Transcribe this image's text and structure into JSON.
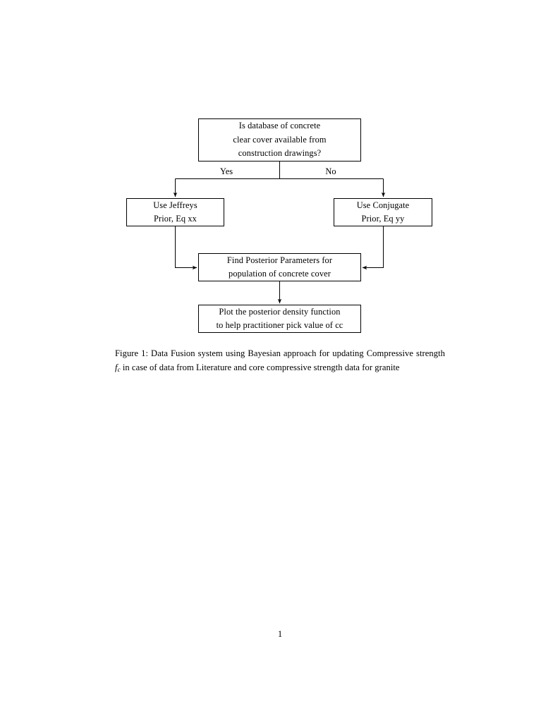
{
  "document": {
    "page_number": "1"
  },
  "figure": {
    "nodes": [
      {
        "id": "decision-database",
        "lines": [
          "Is database of concrete",
          "clear cover available from",
          "construction drawings?"
        ]
      },
      {
        "id": "jeffreys-prior",
        "lines": [
          "Use Jeffreys",
          "Prior, Eq xx"
        ]
      },
      {
        "id": "conjugate-prior",
        "lines": [
          "Use Conjugate",
          "Prior, Eq yy"
        ]
      },
      {
        "id": "find-posterior",
        "lines": [
          "Find Posterior Parameters for",
          "population of concrete cover"
        ]
      },
      {
        "id": "plot-posterior",
        "lines": [
          "Plot the posterior density function",
          "to help practitioner pick value of cc"
        ]
      }
    ],
    "edge_labels": {
      "yes": "Yes",
      "no": "No"
    }
  },
  "caption": {
    "label": "Figure 1:",
    "text_before_math": " Data Fusion system using Bayesian approach for updating Compressive strength ",
    "math_symbol": "f",
    "math_subscript": "c",
    "text_after_math": " in case of data from Literature and core compressive strength data for granite",
    "full_text": "Figure 1: Data Fusion system using Bayesian approach for updating Compressive strength fc in case of data from Literature and core compressive strength data for granite"
  }
}
